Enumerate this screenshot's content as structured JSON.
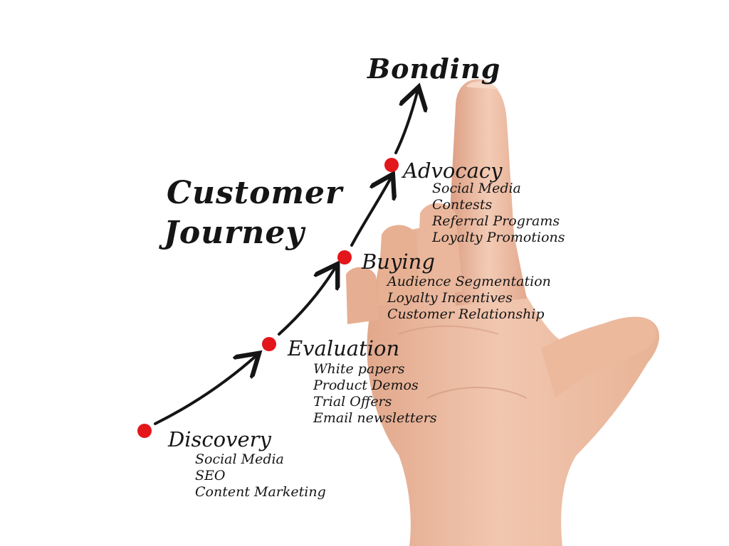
{
  "diagram": {
    "title_line1": "Customer",
    "title_line2": "Journey",
    "goal": "Bonding",
    "colors": {
      "marker": "#e3161b",
      "ink": "#151515",
      "skin": "#eec0a7"
    },
    "stages": [
      {
        "label": "Discovery",
        "items": [
          "Social Media",
          "SEO",
          "Content Marketing"
        ]
      },
      {
        "label": "Evaluation",
        "items": [
          "White papers",
          "Product Demos",
          "Trial Offers",
          "Email newsletters"
        ]
      },
      {
        "label": "Buying",
        "items": [
          "Audience Segmentation",
          "Loyalty Incentives",
          "Customer Relationship"
        ]
      },
      {
        "label": "Advocacy",
        "items": [
          "Social Media",
          "Contests",
          "Referral Programs",
          "Loyalty Promotions"
        ]
      }
    ]
  }
}
